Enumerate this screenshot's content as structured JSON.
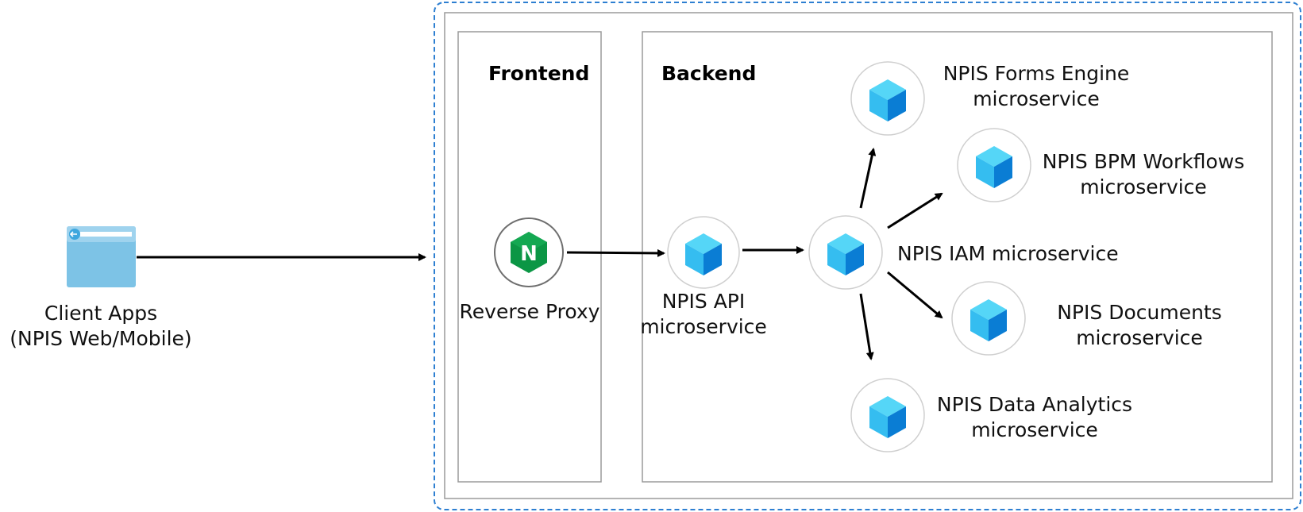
{
  "diagram": {
    "client": {
      "line1": "Client Apps",
      "line2": "(NPIS Web/Mobile)",
      "icon": "browser-window-icon"
    },
    "frontend": {
      "title": "Frontend"
    },
    "backend": {
      "title": "Backend"
    },
    "proxy": {
      "label": "Reverse Proxy",
      "icon": "nginx-icon",
      "letter": "N"
    },
    "api": {
      "line1": "NPIS API",
      "line2": "microservice"
    },
    "iam": {
      "label": "NPIS IAM microservice"
    },
    "forms": {
      "line1": "NPIS Forms Engine",
      "line2": "microservice"
    },
    "bpm": {
      "line1": "NPIS BPM Workflows",
      "line2": "microservice"
    },
    "documents": {
      "line1": "NPIS Documents",
      "line2": "microservice"
    },
    "analytics": {
      "line1": "NPIS Data Analytics",
      "line2": "microservice"
    },
    "colors": {
      "cube_light": "#55d6f7",
      "cube_mid": "#2fb2ec",
      "cube_dark": "#0a7dd4",
      "nginx_green": "#0b9645",
      "dashed_border": "#2d7fd1",
      "browser_blue": "#7dc3e6"
    }
  }
}
